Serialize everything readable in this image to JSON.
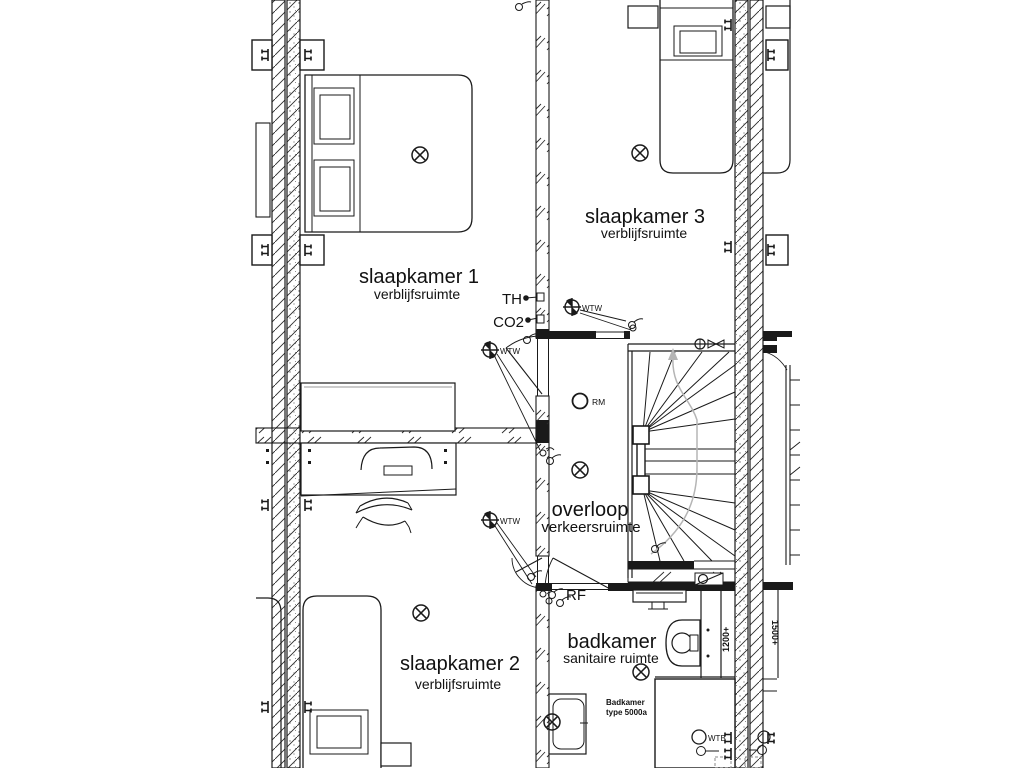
{
  "rooms": {
    "slaapkamer1": {
      "name": "slaapkamer 1",
      "category": "verblijfsruimte"
    },
    "slaapkamer2": {
      "name": "slaapkamer 2",
      "category": "verblijfsruimte"
    },
    "slaapkamer3": {
      "name": "slaapkamer 3",
      "category": "verblijfsruimte"
    },
    "overloop": {
      "name": "overloop",
      "category": "verkeersruimte"
    },
    "badkamer": {
      "name": "badkamer",
      "category": "sanitaire ruimte",
      "spec_line1": "Badkamer",
      "spec_line2": "type 5000a"
    }
  },
  "annotations": {
    "thermostat": "TH",
    "co2_sensor": "CO2",
    "ventilation_valve": "WTW",
    "smoke_detector": "RM",
    "rf_detector": "RF",
    "water_tap": "WTB",
    "wall_height_left": "1200+",
    "wall_height_right": "1500+"
  },
  "colors": {
    "line": "#1a1a1a",
    "walking_line": "#b5b5b5",
    "wall_hatch": "#2b2b2b",
    "background": "#ffffff"
  }
}
